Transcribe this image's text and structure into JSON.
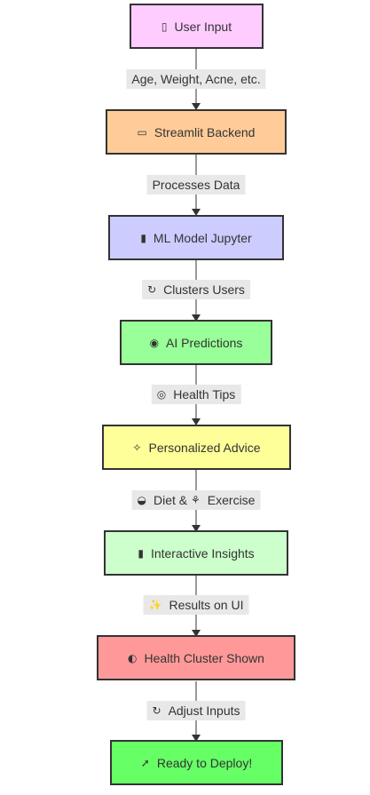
{
  "nodes": [
    {
      "id": "user-input",
      "label": "User Input",
      "icon": "mobile-phone-icon",
      "glyph": "▯",
      "fill": "#ffccff"
    },
    {
      "id": "streamlit-backend",
      "label": "Streamlit Backend",
      "icon": "desktop-computer-icon",
      "glyph": "▭",
      "fill": "#ffcc99"
    },
    {
      "id": "ml-model",
      "label": "ML Model Jupyter",
      "icon": "bar-chart-icon",
      "glyph": "▮",
      "fill": "#ccccff"
    },
    {
      "id": "ai-predictions",
      "label": "AI Predictions",
      "icon": "robot-icon",
      "glyph": "◉",
      "fill": "#99ff99"
    },
    {
      "id": "personalized-advice",
      "label": "Personalized Advice",
      "icon": "lightbulb-icon",
      "glyph": "✧",
      "fill": "#ffff99"
    },
    {
      "id": "interactive-insights",
      "label": "Interactive Insights",
      "icon": "bar-chart-icon",
      "glyph": "▮",
      "fill": "#ccffcc"
    },
    {
      "id": "health-cluster",
      "label": "Health Cluster Shown",
      "icon": "performing-arts-icon",
      "glyph": "◐",
      "fill": "#ff9999"
    },
    {
      "id": "ready-to-deploy",
      "label": "Ready to Deploy!",
      "icon": "rocket-icon",
      "glyph": "➚",
      "fill": "#66ff66"
    }
  ],
  "edges": [
    {
      "label": "Age, Weight, Acne, etc.",
      "icon": "",
      "glyph": ""
    },
    {
      "label": "Processes Data",
      "icon": "",
      "glyph": ""
    },
    {
      "label": "Clusters Users",
      "icon": "counterclockwise-arrows-icon",
      "glyph": "↻"
    },
    {
      "label": "Health Tips",
      "icon": "direct-hit-target-icon",
      "glyph": "◎"
    },
    {
      "label": "Diet & ",
      "icon": "salad-bowl-icon",
      "glyph": "◒",
      "extra_label": "Exercise",
      "extra_icon": "weight-lifter-icon",
      "extra_glyph": "⚘"
    },
    {
      "label": "Results on UI",
      "icon": "sparkles-icon",
      "glyph": "✨"
    },
    {
      "label": "Adjust Inputs",
      "icon": "counterclockwise-arrows-icon",
      "glyph": "↻"
    }
  ],
  "colors": {
    "stroke": "#333333",
    "edge_label_bg": "#e8e8e8",
    "text": "#333333"
  }
}
